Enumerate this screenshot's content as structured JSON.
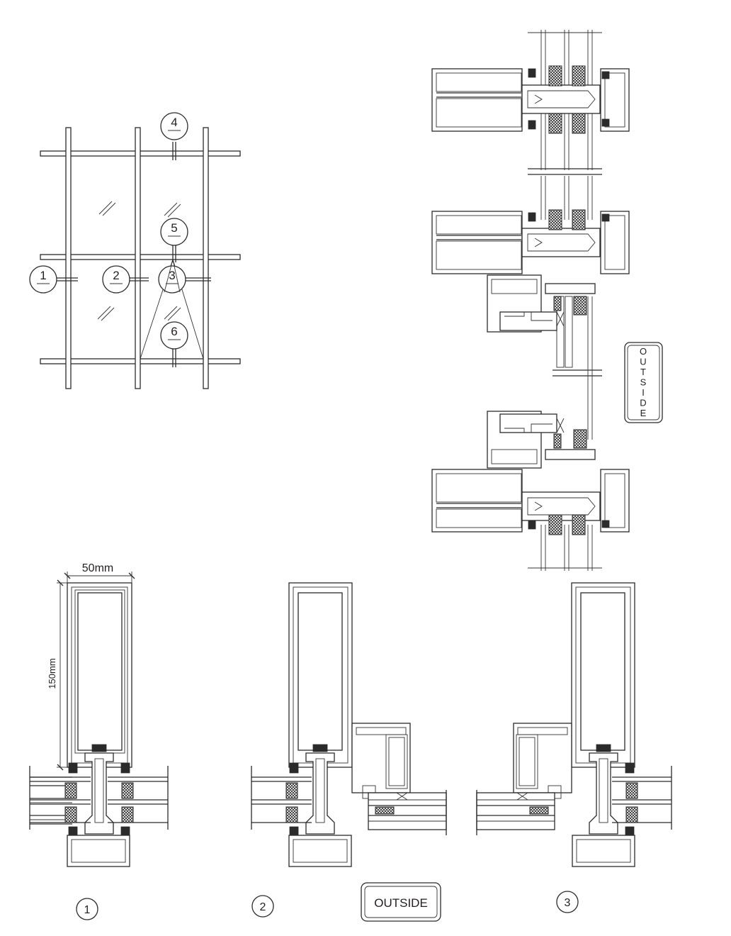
{
  "elevation": {
    "markers": [
      {
        "id": "marker-1",
        "number": "1"
      },
      {
        "id": "marker-2",
        "number": "2"
      },
      {
        "id": "marker-3",
        "number": "3"
      },
      {
        "id": "marker-4",
        "number": "4"
      },
      {
        "id": "marker-5",
        "number": "5"
      },
      {
        "id": "marker-6",
        "number": "6"
      }
    ]
  },
  "vertical_section": {
    "outside_label": "OUTSIDE"
  },
  "details": {
    "width_dim": "50mm",
    "height_dim": "150mm",
    "outside_label": "OUTSIDE",
    "captions": [
      "1",
      "2",
      "3"
    ]
  },
  "colors": {
    "line": "#2b2b2b",
    "background": "#ffffff"
  }
}
